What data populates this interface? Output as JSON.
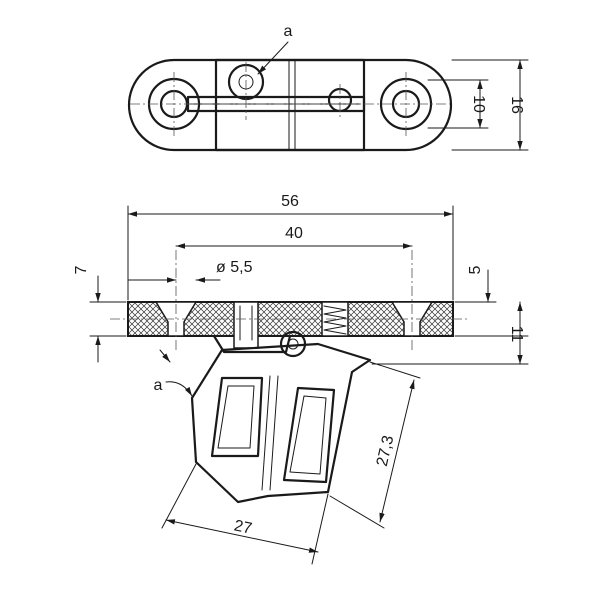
{
  "labels": {
    "top_a": "a",
    "side_a": "a",
    "d_56": "56",
    "d_40": "40",
    "d_7": "7",
    "d_5_5": "ø 5,5",
    "d_5": "5",
    "d_11": "11",
    "d_10": "10",
    "d_16": "16",
    "d_27_3": "27,3",
    "d_27": "27"
  },
  "colors": {
    "line": "#1a1a1a",
    "hatch": "#333333",
    "background": "#ffffff"
  }
}
